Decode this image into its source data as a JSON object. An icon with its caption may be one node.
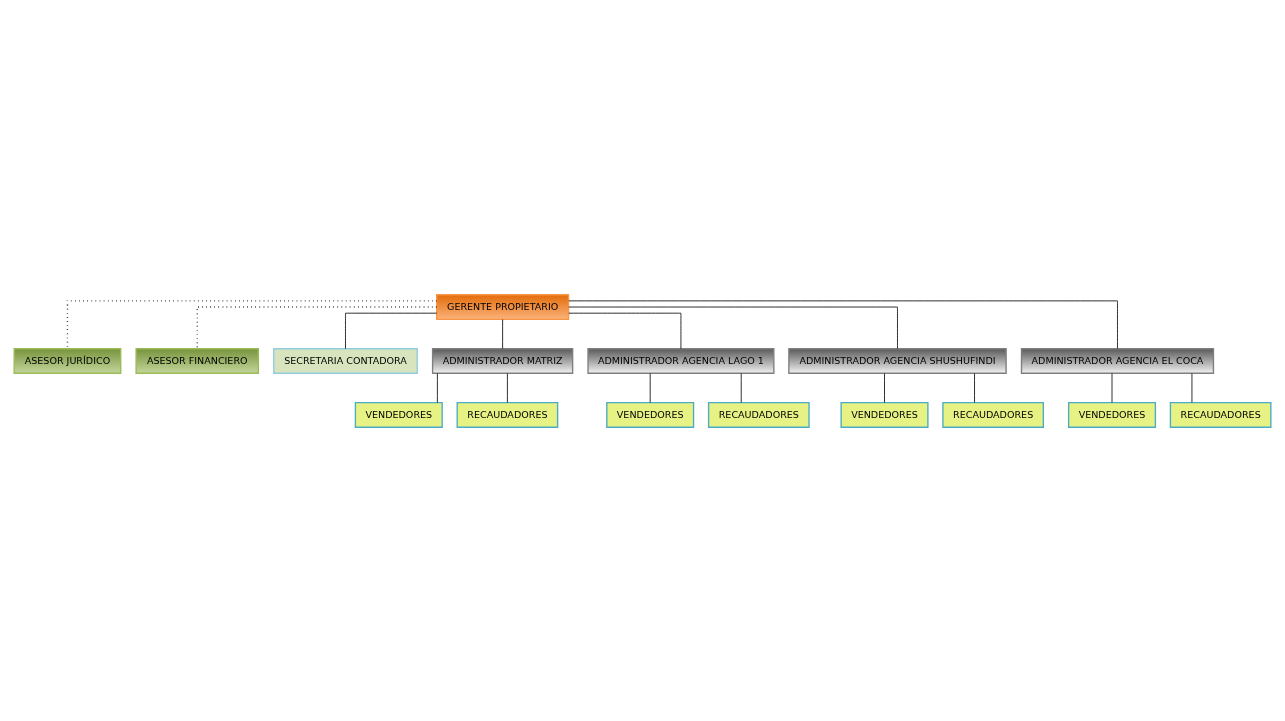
{
  "diagram": {
    "nodes": [
      {
        "text": [
          "GERENTE PROPIETARIO"
        ]
      },
      {
        "text": [
          "ASESOR JURÍDICO"
        ]
      },
      {
        "text": [
          "ASESOR FINANCIERO"
        ]
      },
      {
        "text": [
          "SECRETARIA CONTADORA"
        ]
      },
      {
        "text": [
          "ADMINISTRADOR MATRIZ"
        ]
      },
      {
        "text": [
          "ADMINISTRADOR AGENCIA LAGO 1"
        ]
      },
      {
        "text": [
          "ADMINISTRADOR AGENCIA SHUSHUFINDI"
        ]
      },
      {
        "text": [
          "ADMINISTRADOR AGENCIA EL COCA"
        ]
      },
      {
        "text": [
          "VENDEDORES"
        ]
      },
      {
        "text": [
          "RECAUDADORES"
        ]
      },
      {
        "text": [
          "VENDEDORES"
        ]
      },
      {
        "text": [
          "RECAUDADORES"
        ]
      },
      {
        "text": [
          "VENDEDORES"
        ]
      },
      {
        "text": [
          "RECAUDADORES"
        ]
      },
      {
        "text": [
          "VENDEDORES"
        ]
      },
      {
        "text": [
          "RECAUDADORES"
        ]
      }
    ],
    "edges": [
      {
        "from": 0,
        "to": 1,
        "arrow": "none",
        "style": "dashed"
      },
      {
        "from": 0,
        "to": 2,
        "arrow": "none",
        "style": "dashed"
      },
      {
        "from": 0,
        "to": 3,
        "arrow": "none"
      },
      {
        "from": 0,
        "to": 4,
        "arrow": "none"
      },
      {
        "from": 0,
        "to": 5,
        "arrow": "none"
      },
      {
        "from": 0,
        "to": 6,
        "arrow": "none"
      },
      {
        "from": 0,
        "to": 7,
        "arrow": "none"
      },
      {
        "from": 4,
        "to": 8,
        "arrow": "none"
      },
      {
        "from": 4,
        "to": 9,
        "arrow": "none"
      },
      {
        "from": 5,
        "to": 10,
        "arrow": "none"
      },
      {
        "from": 5,
        "to": 11,
        "arrow": "none"
      },
      {
        "from": 6,
        "to": 12,
        "arrow": "none"
      },
      {
        "from": 6,
        "to": 13,
        "arrow": "none"
      },
      {
        "from": 7,
        "to": 14,
        "arrow": "none"
      },
      {
        "from": 7,
        "to": 15,
        "arrow": "none"
      }
    ]
  }
}
